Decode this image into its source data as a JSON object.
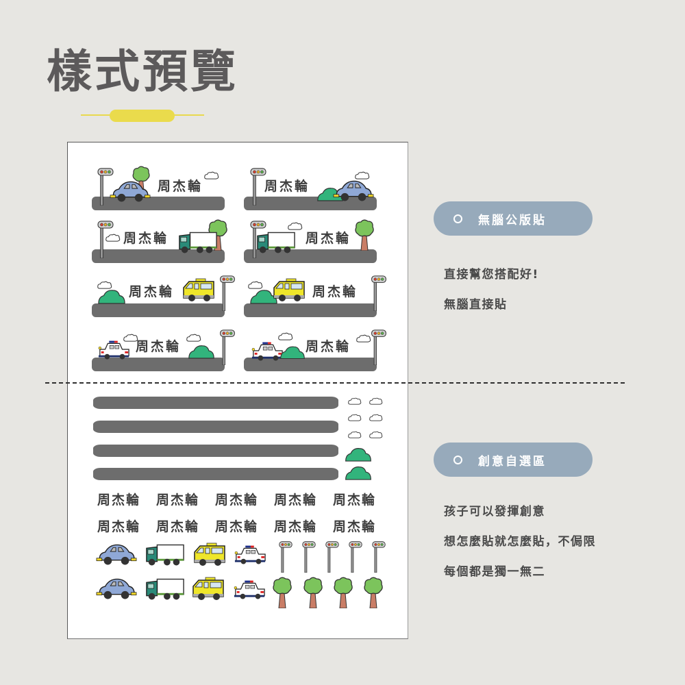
{
  "header": {
    "title": "樣式預覽",
    "accent_color": "#eadb4c"
  },
  "sticker_name": "周杰輪",
  "preset_stickers": [
    {
      "row": 1,
      "col": 1,
      "elements": [
        "traffic-light",
        "car-blue",
        "tree",
        "name",
        "cloud",
        "road"
      ]
    },
    {
      "row": 1,
      "col": 2,
      "elements": [
        "traffic-light",
        "name",
        "bush",
        "car-blue",
        "cloud",
        "road"
      ]
    },
    {
      "row": 2,
      "col": 1,
      "elements": [
        "traffic-light",
        "cloud",
        "name",
        "truck-green",
        "tree",
        "road"
      ]
    },
    {
      "row": 2,
      "col": 2,
      "elements": [
        "traffic-light",
        "truck-green",
        "cloud",
        "name",
        "tree",
        "road"
      ]
    },
    {
      "row": 3,
      "col": 1,
      "elements": [
        "cloud",
        "bush",
        "name",
        "taxi-yellow",
        "traffic-light",
        "road"
      ]
    },
    {
      "row": 3,
      "col": 2,
      "elements": [
        "cloud",
        "bush",
        "taxi-yellow",
        "name",
        "traffic-light",
        "road"
      ]
    },
    {
      "row": 4,
      "col": 1,
      "elements": [
        "police-car",
        "cloud",
        "name",
        "cloud",
        "bush",
        "traffic-light",
        "road"
      ]
    },
    {
      "row": 4,
      "col": 2,
      "elements": [
        "police-car",
        "bush",
        "cloud",
        "name",
        "cloud",
        "traffic-light",
        "road"
      ]
    }
  ],
  "creative_area": {
    "roads_count": 4,
    "clouds_count": 6,
    "bushes_count": 2,
    "name_labels": [
      [
        "周杰輪",
        "周杰輪",
        "周杰輪",
        "周杰輪",
        "周杰輪"
      ],
      [
        "周杰輪",
        "周杰輪",
        "周杰輪",
        "周杰輪",
        "周杰輪"
      ]
    ],
    "vehicles_row1": [
      "car-blue",
      "truck-green",
      "taxi-yellow",
      "police-car",
      "traffic-light",
      "traffic-light",
      "traffic-light",
      "traffic-light",
      "traffic-light"
    ],
    "vehicles_row2": [
      "car-blue",
      "truck-green",
      "taxi-yellow",
      "police-car",
      "tree",
      "tree",
      "tree",
      "tree"
    ]
  },
  "section1": {
    "badge": "無腦公版貼",
    "lines": [
      "直接幫您搭配好!",
      "無腦直接貼"
    ]
  },
  "section2": {
    "badge": "創意自選區",
    "lines": [
      "孩子可以發揮創意",
      "想怎麼貼就怎麼貼，不侷限",
      "每個都是獨一無二"
    ]
  },
  "colors": {
    "background": "#e7e6e2",
    "badge": "#97aabb",
    "road": "#6d6d6d",
    "car_blue": "#8fa8d6",
    "truck_green": "#2a8a78",
    "taxi_yellow": "#efe62a",
    "bush_green": "#32b47c",
    "tree_green": "#7cc45c",
    "tree_trunk": "#c97d66"
  }
}
